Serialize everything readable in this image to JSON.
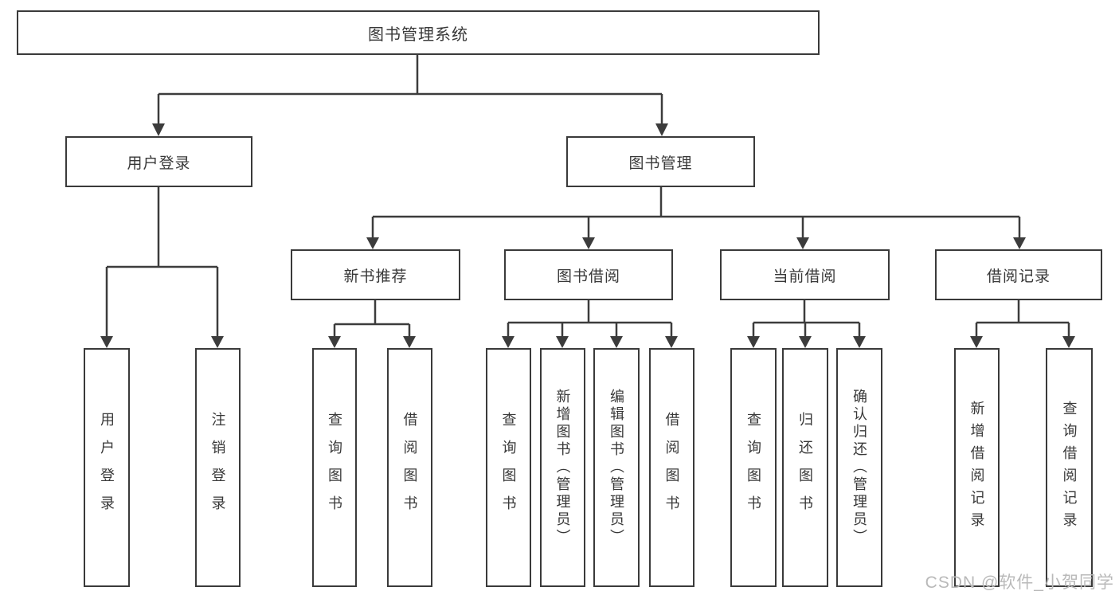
{
  "diagram": {
    "title": "图书管理系统",
    "branches": [
      {
        "label": "用户登录",
        "children": [
          {
            "label": "用户登录"
          },
          {
            "label": "注销登录"
          }
        ]
      },
      {
        "label": "图书管理",
        "children": [
          {
            "label": "新书推荐",
            "children": [
              {
                "label": "查询图书"
              },
              {
                "label": "借阅图书"
              }
            ]
          },
          {
            "label": "图书借阅",
            "children": [
              {
                "label": "查询图书"
              },
              {
                "label": "新增图书（管理员）"
              },
              {
                "label": "编辑图书（管理员）"
              },
              {
                "label": "借阅图书"
              }
            ]
          },
          {
            "label": "当前借阅",
            "children": [
              {
                "label": "查询图书"
              },
              {
                "label": "归还图书"
              },
              {
                "label": "确认归还（管理员）"
              }
            ]
          },
          {
            "label": "借阅记录",
            "children": [
              {
                "label": "新增借阅记录"
              },
              {
                "label": "查询借阅记录"
              }
            ]
          }
        ]
      }
    ]
  },
  "watermark": {
    "text": "CSDN @软件_小贺同学"
  },
  "colors": {
    "line": "#3c3c3c",
    "box_border": "#3a3a3a",
    "text": "#383838",
    "background": "#ffffff",
    "watermark": "#b9b9b9"
  }
}
